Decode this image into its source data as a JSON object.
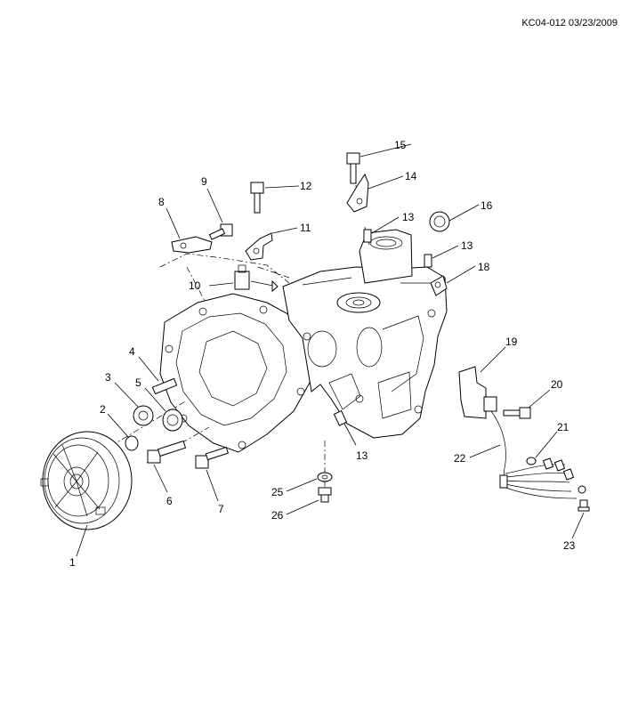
{
  "header": {
    "reference": "KC04-012 03/23/2009"
  },
  "callouts": {
    "c1": "1",
    "c2": "2",
    "c3": "3",
    "c4": "4",
    "c5": "5",
    "c6": "6",
    "c7": "7",
    "c8": "8",
    "c9": "9",
    "c10": "10",
    "c11": "11",
    "c12": "12",
    "c13a": "13",
    "c13b": "13",
    "c13c": "13",
    "c14": "14",
    "c15": "15",
    "c16": "16",
    "c18": "18",
    "c19": "19",
    "c20": "20",
    "c21": "21",
    "c22": "22",
    "c23": "23",
    "c25": "25",
    "c26": "26"
  }
}
